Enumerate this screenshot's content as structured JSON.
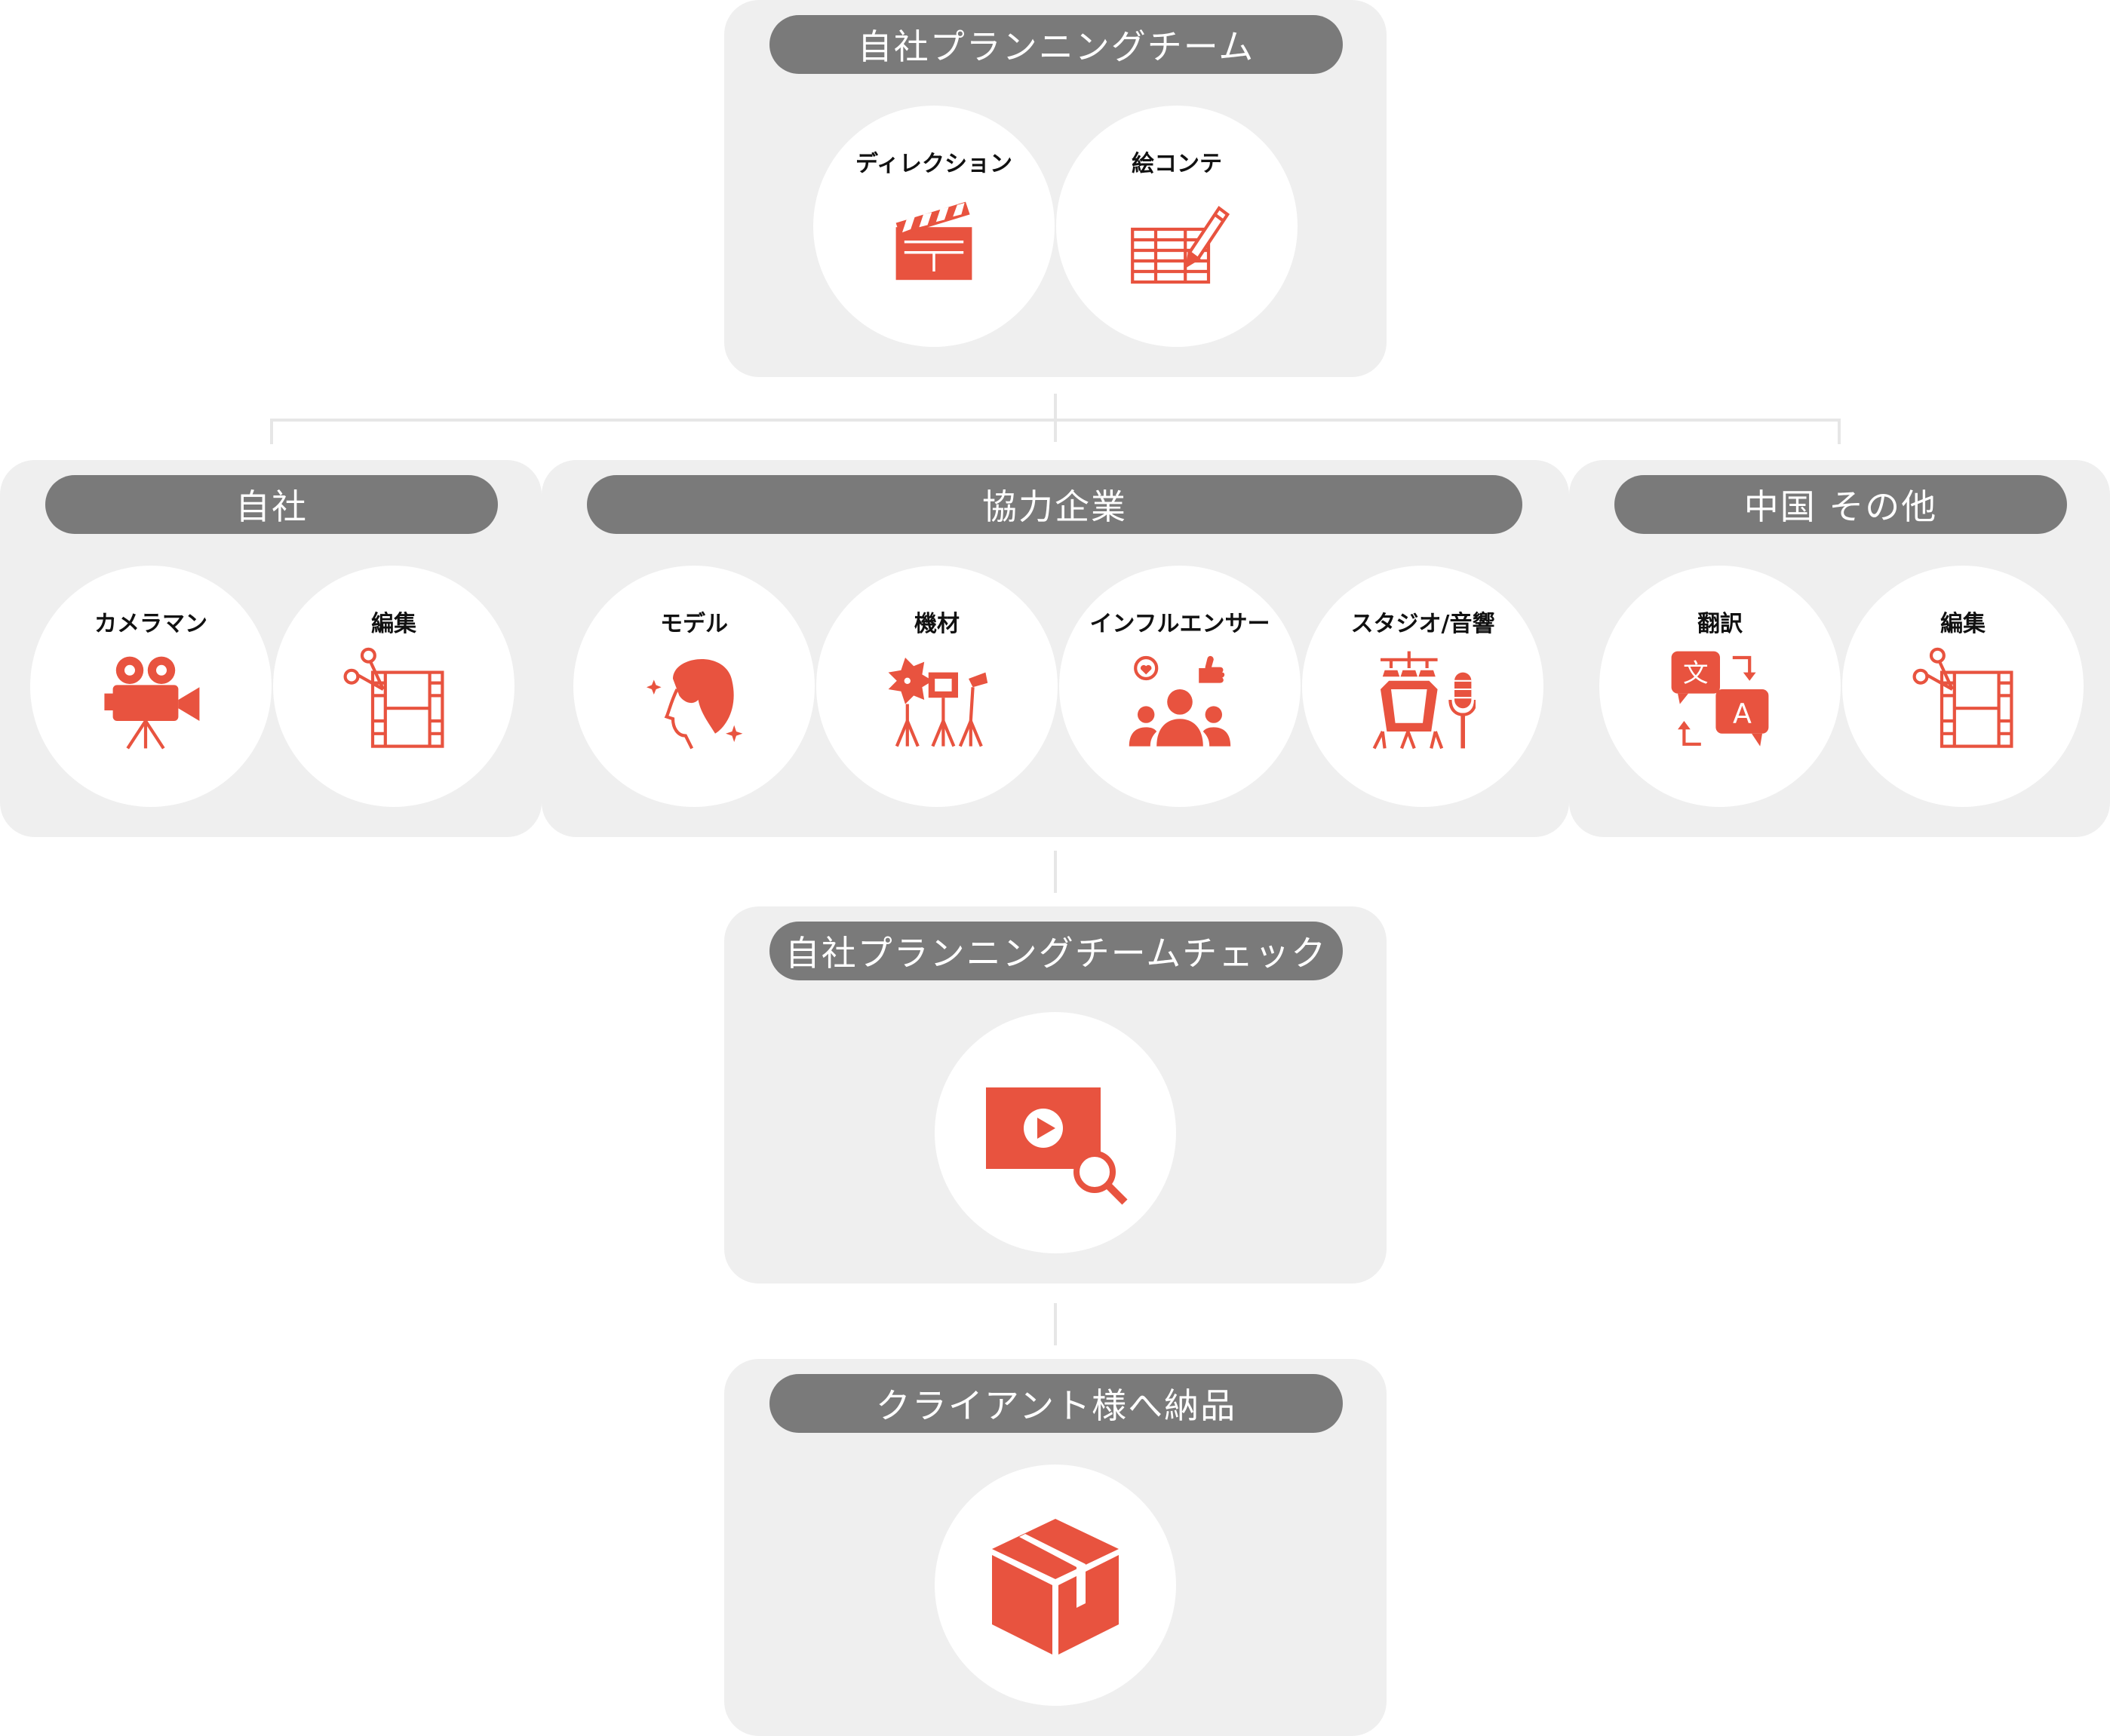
{
  "colors": {
    "accent": "#e8533f",
    "panel": "#efefef",
    "pill": "#7a7a7a"
  },
  "top": {
    "title": "自社プランニングチーム",
    "items": [
      {
        "label": "ディレクション",
        "icon": "clapperboard-icon"
      },
      {
        "label": "絵コンテ",
        "icon": "storyboard-pencil-icon"
      }
    ]
  },
  "inhouse": {
    "title": "自社",
    "items": [
      {
        "label": "カメラマン",
        "icon": "video-camera-icon"
      },
      {
        "label": "編集",
        "icon": "film-scissors-icon"
      }
    ]
  },
  "partners": {
    "title": "協力企業",
    "items": [
      {
        "label": "モデル",
        "icon": "model-face-icon"
      },
      {
        "label": "機材",
        "icon": "lighting-equipment-icon"
      },
      {
        "label": "インフルエンサー",
        "icon": "influencer-group-icon"
      },
      {
        "label": "スタジオ/音響",
        "icon": "studio-microphone-icon"
      }
    ]
  },
  "china": {
    "title": "中国 その他",
    "items": [
      {
        "label": "翻訳",
        "icon": "translation-icon"
      },
      {
        "label": "編集",
        "icon": "film-scissors-icon"
      }
    ]
  },
  "check": {
    "title": "自社プランニングチームチェック",
    "icon": "video-search-icon"
  },
  "delivery": {
    "title": "クライアント様へ納品",
    "icon": "package-box-icon"
  }
}
